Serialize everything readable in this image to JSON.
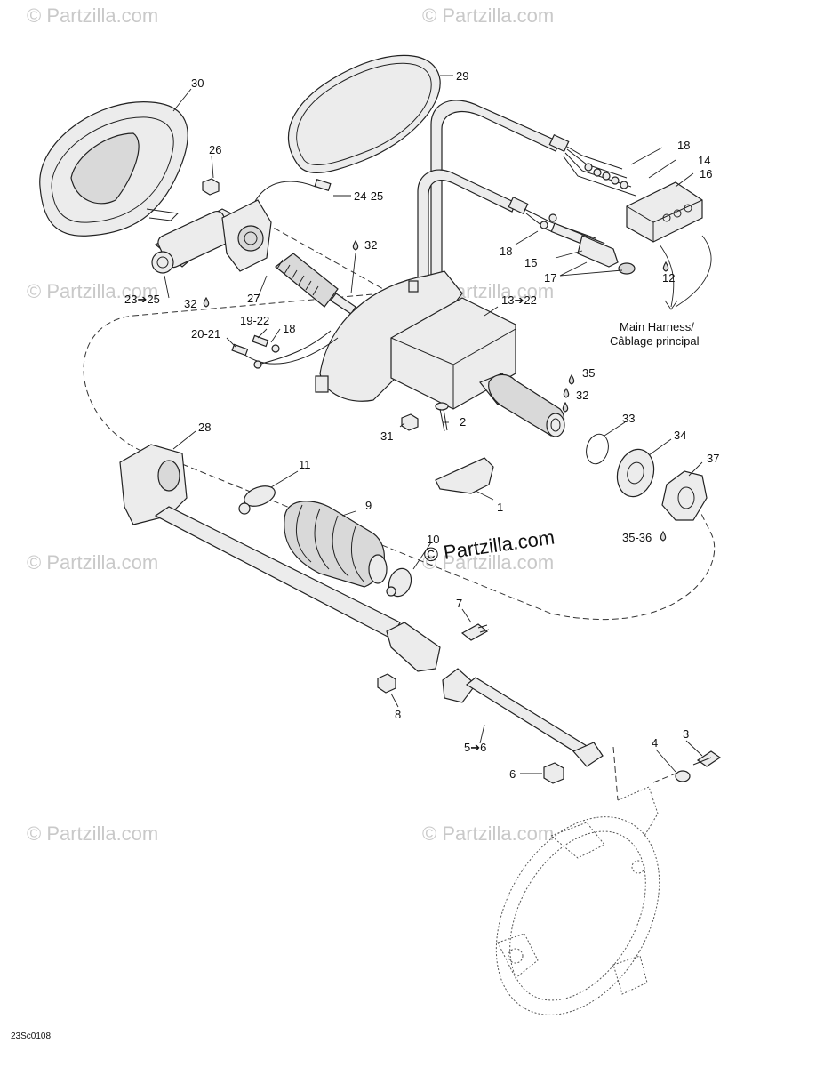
{
  "watermarks": [
    "© Partzilla.com",
    "© Partzilla.com",
    "© Partzilla.com",
    "© Partzilla.com",
    "© Partzilla.com",
    "© Partzilla.com",
    "© Partzilla.com",
    "© Partzilla.com"
  ],
  "copyright": "© Partzilla.com",
  "diagram_code": "23Sc0108",
  "harness_label": {
    "line1": "Main Harness/",
    "line2": "Câblage principal"
  },
  "callouts": {
    "c30": "30",
    "c26": "26",
    "c24_25": "24-25",
    "c29": "29",
    "c18a": "18",
    "c14": "14",
    "c16": "16",
    "c32a": "32",
    "c23_25": "23➔25",
    "c32b": "32",
    "c27": "27",
    "c18b": "18",
    "c15": "15",
    "c17": "17",
    "c12": "12",
    "c13_22": "13➔22",
    "c19_22": "19-22",
    "c20_21": "20-21",
    "c18c": "18",
    "c35": "35",
    "c32c": "32",
    "c2": "2",
    "c31": "31",
    "c33": "33",
    "c34": "34",
    "c37": "37",
    "c28": "28",
    "c11": "11",
    "c9": "9",
    "c1": "1",
    "c10": "10",
    "c35_36": "35-36",
    "c7": "7",
    "c8": "8",
    "c5_6": "5➔6",
    "c4": "4",
    "c3": "3",
    "c6": "6"
  }
}
